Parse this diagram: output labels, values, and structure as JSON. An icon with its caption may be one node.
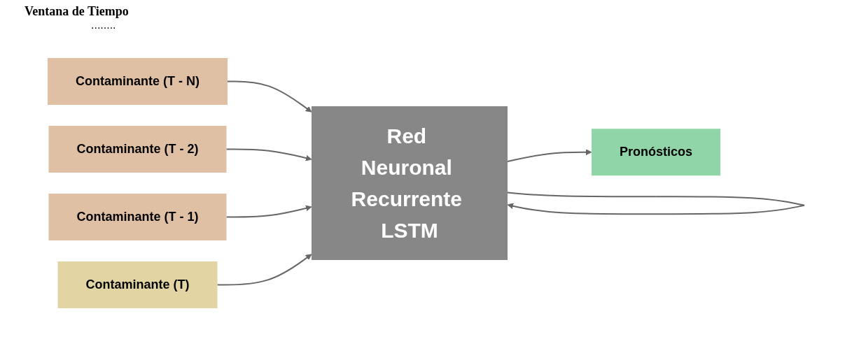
{
  "diagram": {
    "title": "Ventana de Tiempo",
    "nodes": [
      {
        "text": [
          "Contaminante (T - N)"
        ]
      },
      {
        "text": [
          "Contaminante (T - 2)"
        ]
      },
      {
        "text": [
          "Contaminante (T - 1)"
        ]
      },
      {
        "text": [
          "Contaminante (T)"
        ]
      },
      {
        "text": [
          "Red Neuronal Recurrente LSTM"
        ]
      },
      {
        "text": [
          "Pronósticos"
        ]
      }
    ],
    "edges": [
      {
        "from": 0,
        "to": 4,
        "arrow": "to"
      },
      {
        "from": 1,
        "to": 4,
        "arrow": "to"
      },
      {
        "from": 2,
        "to": 4,
        "arrow": "to"
      },
      {
        "from": 3,
        "to": 4,
        "arrow": "to"
      },
      {
        "from": 4,
        "to": 5,
        "arrow": "to"
      },
      {
        "from": 4,
        "to": 4,
        "arrow": "to"
      }
    ],
    "labels": [
      "........"
    ]
  }
}
